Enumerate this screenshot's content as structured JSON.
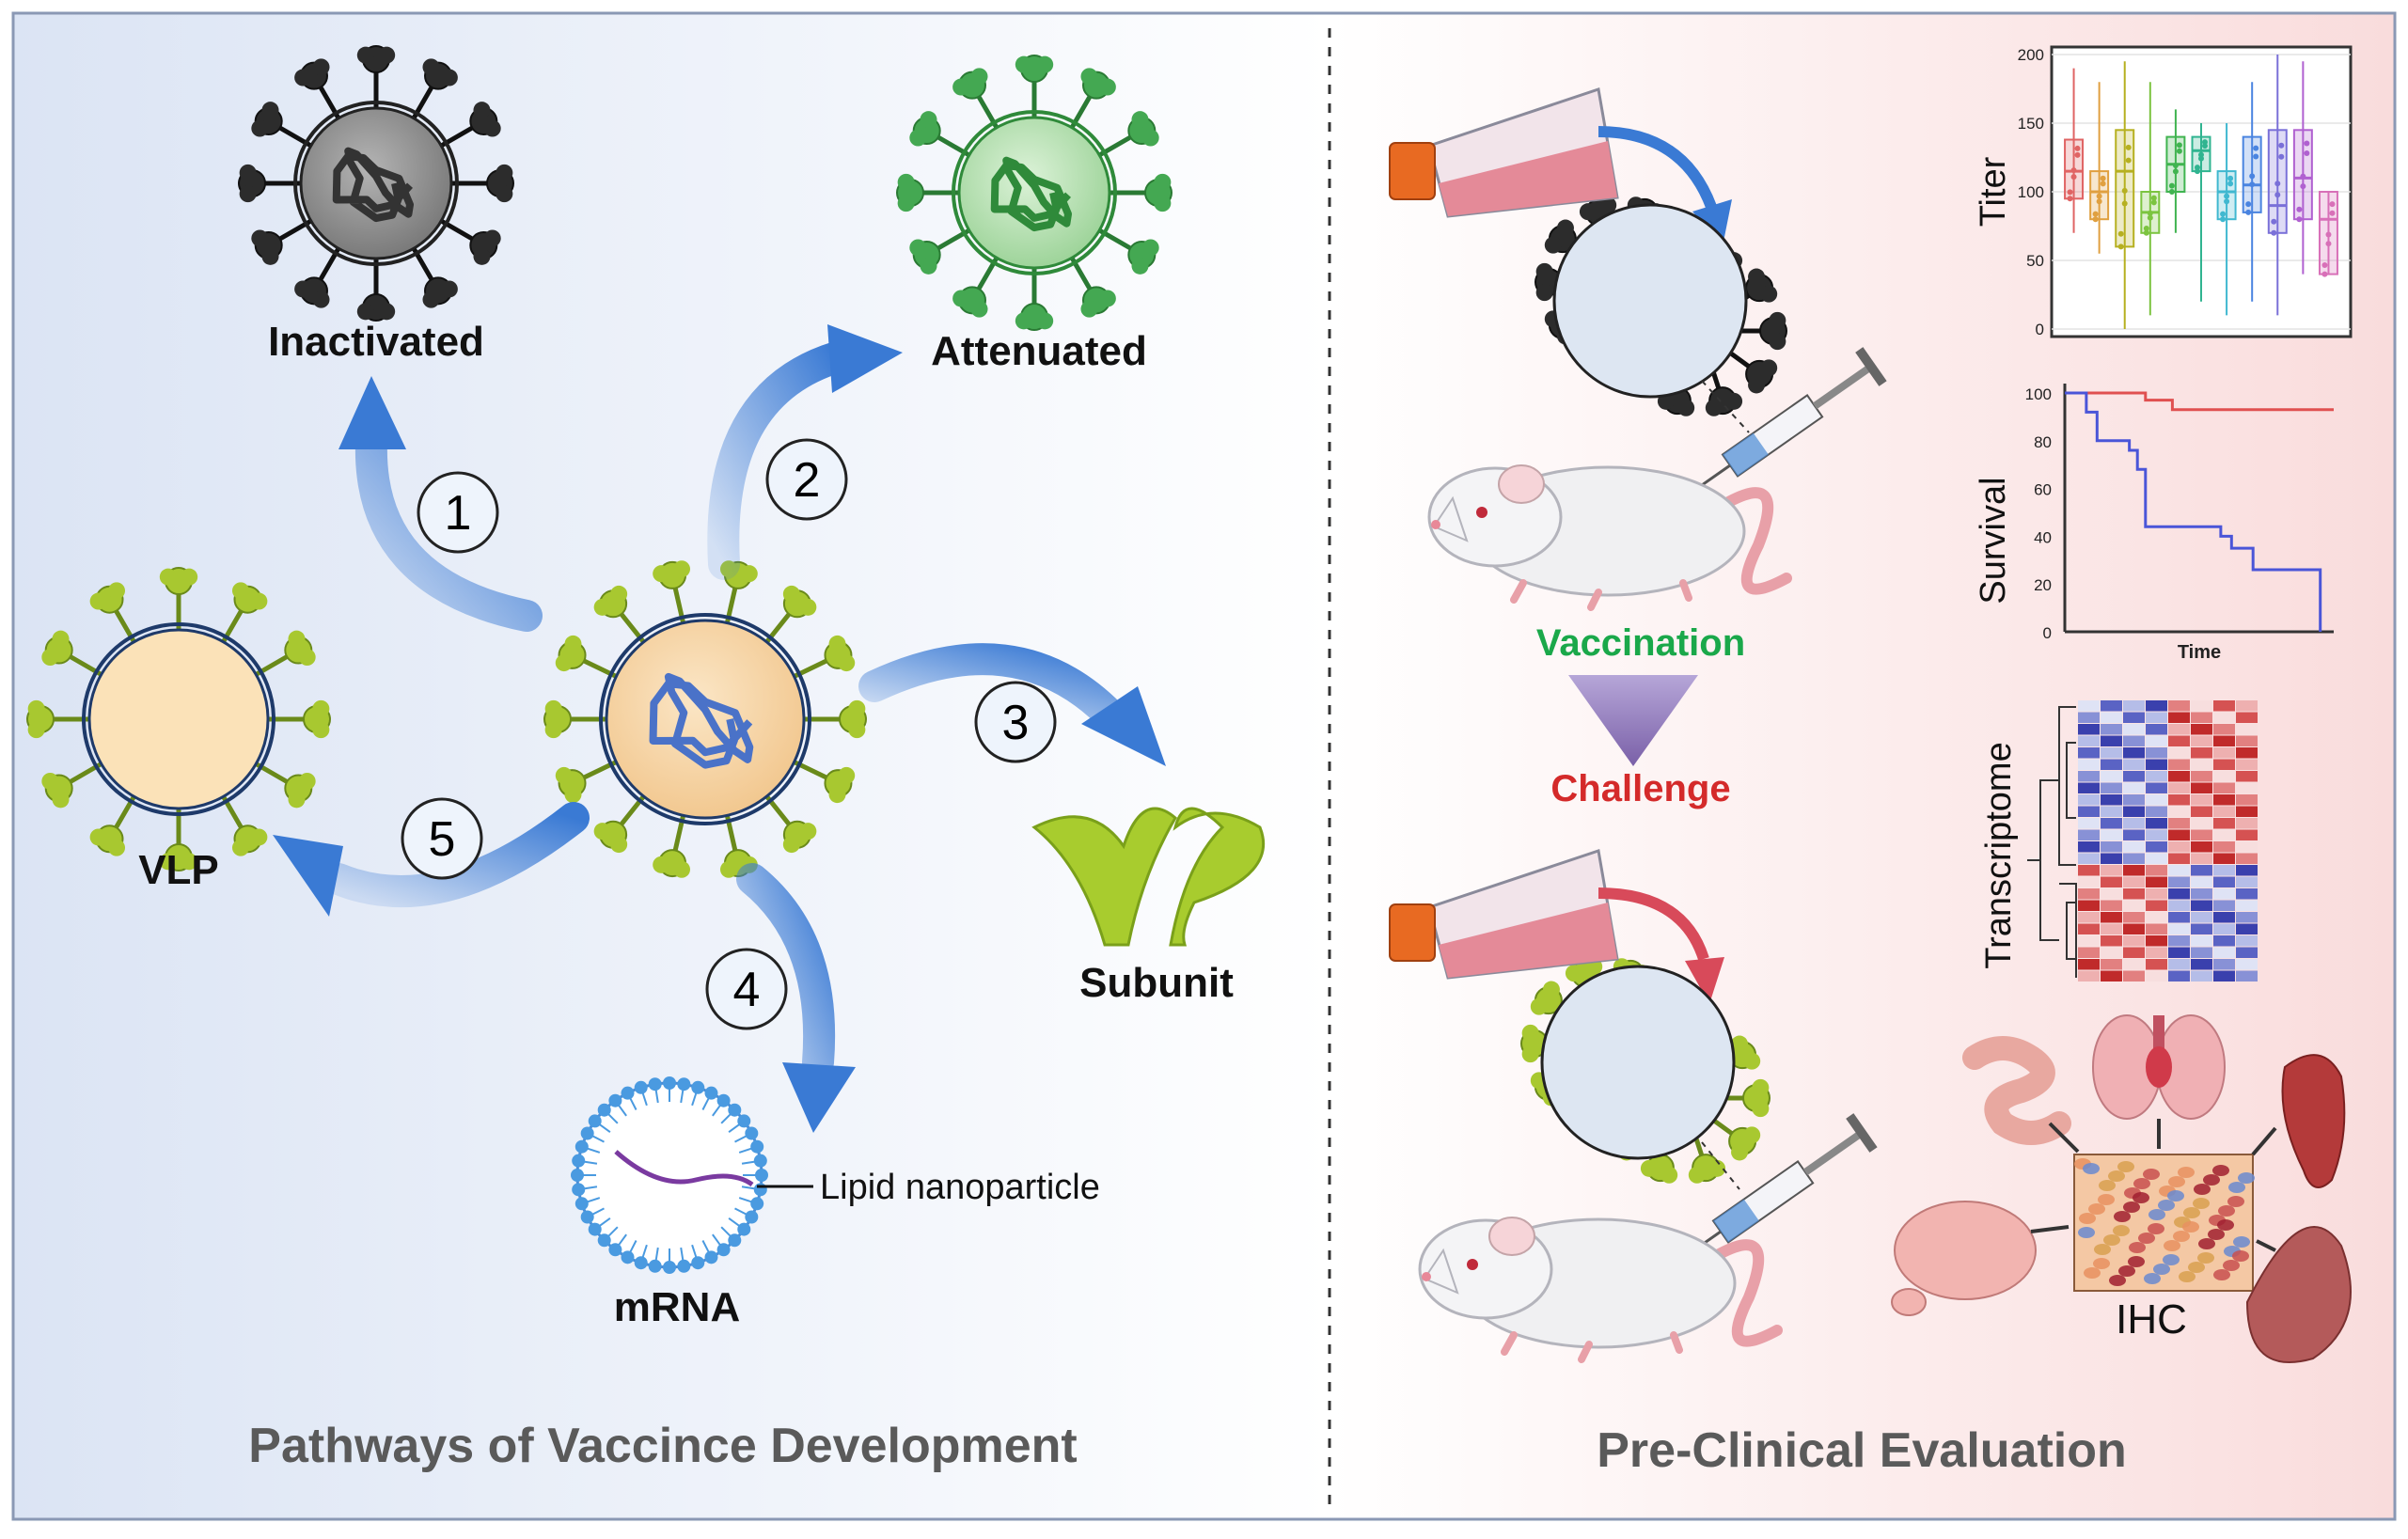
{
  "left_panel": {
    "title": "Pathways of Vaccince Development",
    "pathways": [
      {
        "number": "1",
        "label": "Inactivated"
      },
      {
        "number": "2",
        "label": "Attenuated"
      },
      {
        "number": "3",
        "label": "Subunit"
      },
      {
        "number": "4",
        "label": "mRNA"
      },
      {
        "number": "5",
        "label": "VLP"
      }
    ],
    "lnp_label": "Lipid nanoparticle"
  },
  "right_panel": {
    "title": "Pre-Clinical Evaluation",
    "steps": [
      "Vaccination",
      "Challenge"
    ],
    "step_colors": [
      "#1aa84a",
      "#d42a2a"
    ],
    "ihc_label": "IHC",
    "transcriptome_label": "Transcriptome"
  },
  "colors": {
    "left_bg": "#e2eaf6",
    "right_bg": "#fbe6e6",
    "arrow_blue": "#3a7ad4",
    "inactivated": "#2c2c2c",
    "attenuated": "#2fa043",
    "subunit": "#9cc42a",
    "rna_blue": "#4a72c8",
    "survival_red": "#e05050",
    "survival_blue": "#4a55d8"
  },
  "chart_data": [
    {
      "type": "box",
      "ylabel": "Titer",
      "ylim": [
        0,
        200
      ],
      "yticks": [
        0,
        50,
        100,
        150,
        200
      ],
      "grid": true,
      "boxes": [
        {
          "q1": 95,
          "median": 115,
          "q3": 138,
          "min": 70,
          "max": 190,
          "color": "#e06464"
        },
        {
          "q1": 80,
          "median": 100,
          "q3": 115,
          "min": 55,
          "max": 180,
          "color": "#e0a040"
        },
        {
          "q1": 60,
          "median": 115,
          "q3": 145,
          "min": 0,
          "max": 195,
          "color": "#b6b020"
        },
        {
          "q1": 70,
          "median": 85,
          "q3": 100,
          "min": 10,
          "max": 180,
          "color": "#7cc440"
        },
        {
          "q1": 100,
          "median": 120,
          "q3": 140,
          "min": 70,
          "max": 160,
          "color": "#40b450"
        },
        {
          "q1": 115,
          "median": 130,
          "q3": 140,
          "min": 20,
          "max": 150,
          "color": "#30b490"
        },
        {
          "q1": 80,
          "median": 100,
          "q3": 115,
          "min": 10,
          "max": 150,
          "color": "#40b8d0"
        },
        {
          "q1": 85,
          "median": 105,
          "q3": 140,
          "min": 20,
          "max": 180,
          "color": "#4a84e0"
        },
        {
          "q1": 70,
          "median": 90,
          "q3": 145,
          "min": 10,
          "max": 200,
          "color": "#7a70d8"
        },
        {
          "q1": 80,
          "median": 110,
          "q3": 145,
          "min": 40,
          "max": 195,
          "color": "#b060d0"
        },
        {
          "q1": 40,
          "median": 80,
          "q3": 100,
          "min": 40,
          "max": 100,
          "color": "#d870b8"
        }
      ]
    },
    {
      "type": "line",
      "xlabel": "Time",
      "ylabel": "Survival",
      "ylim": [
        0,
        100
      ],
      "yticks": [
        0,
        20,
        40,
        60,
        80,
        100
      ],
      "series": [
        {
          "color": "#e05050",
          "x": [
            0,
            20,
            30,
            40,
            100
          ],
          "y": [
            100,
            100,
            97,
            93,
            93
          ]
        },
        {
          "color": "#4a55d8",
          "x": [
            0,
            8,
            12,
            24,
            27,
            30,
            58,
            62,
            70,
            95,
            95
          ],
          "y": [
            100,
            92,
            80,
            76,
            68,
            44,
            40,
            35,
            26,
            26,
            0
          ]
        }
      ]
    }
  ]
}
